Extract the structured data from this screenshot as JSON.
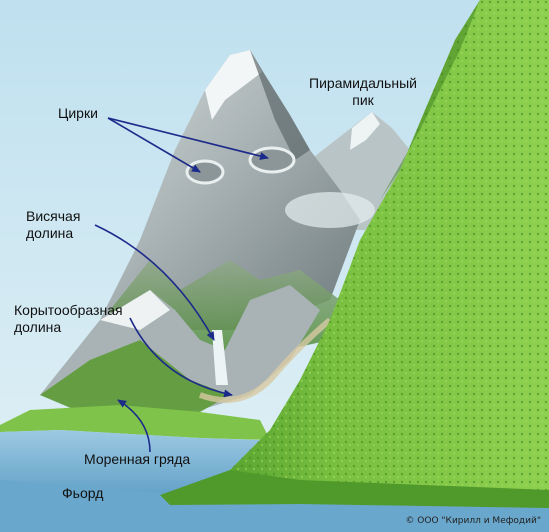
{
  "labels": {
    "cirques": "Цирки",
    "pyramid_peak_line1": "Пирамидальный",
    "pyramid_peak_line2": "пик",
    "hanging_valley_line1": "Висячая",
    "hanging_valley_line2": "долина",
    "trough_valley_line1": "Корытообразная",
    "trough_valley_line2": "долина",
    "moraine": "Моренная гряда",
    "fjord": "Фьорд"
  },
  "copyright": "© ООО \"Кирилл и Мефодий\"",
  "colors": {
    "sky": "#cfe6f1",
    "water": "#7fb6d6",
    "arrow": "#1c2a8a",
    "grass": "#6fb53a",
    "rock": "#a7b2b4"
  }
}
